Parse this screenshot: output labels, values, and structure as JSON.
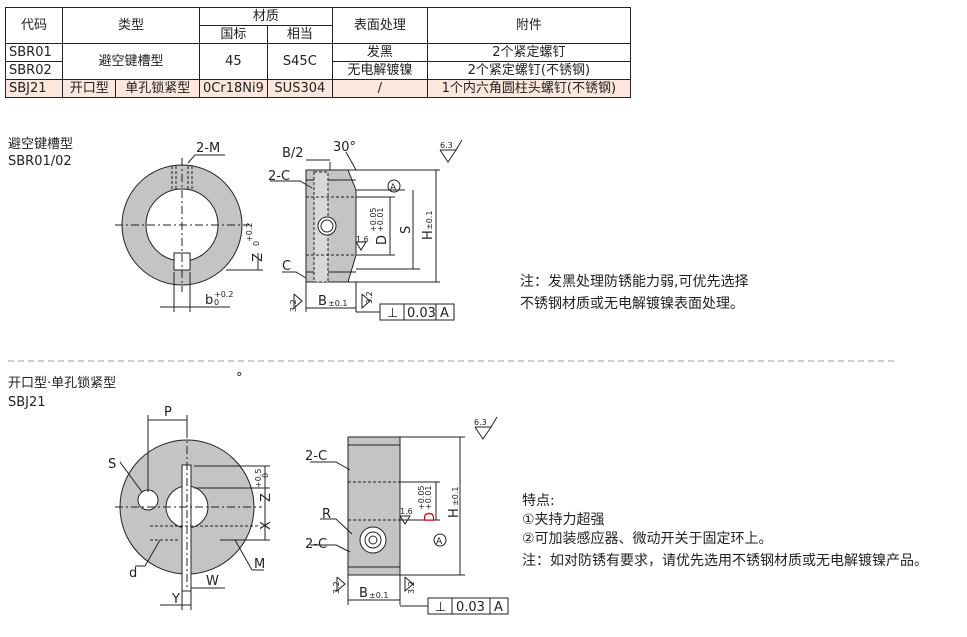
{
  "table": {
    "h_code": "代码",
    "h_type": "类型",
    "h_material": "材质",
    "h_std": "国标",
    "h_eq": "相当",
    "h_surface": "表面处理",
    "h_acc": "附件",
    "r1_code": "SBR01",
    "r2_code": "SBR02",
    "r12_type": "避空键槽型",
    "r12_std": "45",
    "r12_eq": "S45C",
    "r1_surface": "发黑",
    "r1_acc": "2个紧定螺钉",
    "r2_surface": "无电解镀镍",
    "r2_acc": "2个紧定螺钉(不锈钢)",
    "r3_code": "SBJ21",
    "r3_type1": "开口型",
    "r3_type2": "单孔锁紧型",
    "r3_std": "0Cr18Ni9",
    "r3_eq": "SUS304",
    "r3_surface": "/",
    "r3_acc": "1个内六角圆柱头螺钉(不锈钢)"
  },
  "section1": {
    "title": "避空键槽型",
    "model": "SBR01/02",
    "note1": "注：发黑处理防锈能力弱,可优先选择",
    "note2": "不锈钢材质或无电解镀镍表面处理。",
    "lbl_2m": "2-M",
    "lbl_z": "Z",
    "lbl_z_tol": "+0.2",
    "lbl_z_tol2": "0",
    "lbl_b": "b",
    "lbl_b_tol": "+0.2",
    "lbl_b_tol2": "0",
    "lbl_b2": "B/2",
    "lbl_30": "30°",
    "lbl_2c": "2-C",
    "lbl_c": "C",
    "lbl_a": "A",
    "lbl_d": "D",
    "lbl_d_tol": "+0.05",
    "lbl_d_tol2": "+0.01",
    "lbl_s": "S",
    "lbl_h": "H",
    "lbl_h_tol": "±0.1",
    "lbl_16": "1.6",
    "lbl_32": "3.2",
    "lbl_bb": "B",
    "lbl_bb_tol": "±0.1",
    "lbl_63": "6.3",
    "lbl_perp": "⊥",
    "lbl_003": "0.03",
    "lbl_aa": "A"
  },
  "section2": {
    "title": "开口型·单孔锁紧型",
    "model": "SBJ21",
    "feat_title": "特点:",
    "feat1": "①夹持力超强",
    "feat2": "②可加装感应器、微动开关于固定环上。",
    "note": "注：如对防锈有要求，请优先选用不锈钢材质或无电解镀镍产品。",
    "lbl_p": "P",
    "lbl_s": "S",
    "lbl_z": "Z",
    "lbl_z_tol": "+0.5",
    "lbl_z_tol2": "0",
    "lbl_x": "X",
    "lbl_d": "d",
    "lbl_w": "W",
    "lbl_m": "M",
    "lbl_y": "Y",
    "lbl_2c_top": "2-C",
    "lbl_r": "R",
    "lbl_2c_bot": "2-C",
    "lbl_16": "1.6",
    "lbl_dd": "D",
    "lbl_d_tol": "+0.05",
    "lbl_d_tol2": "+0.01",
    "lbl_a": "A",
    "lbl_h": "H",
    "lbl_h_tol": "±0.1",
    "lbl_63": "6.3",
    "lbl_32": "3.2",
    "lbl_bb": "B",
    "lbl_bb_tol": "±0.1",
    "lbl_003": "0.03",
    "lbl_aa": "A",
    "lbl_degree": "°"
  }
}
